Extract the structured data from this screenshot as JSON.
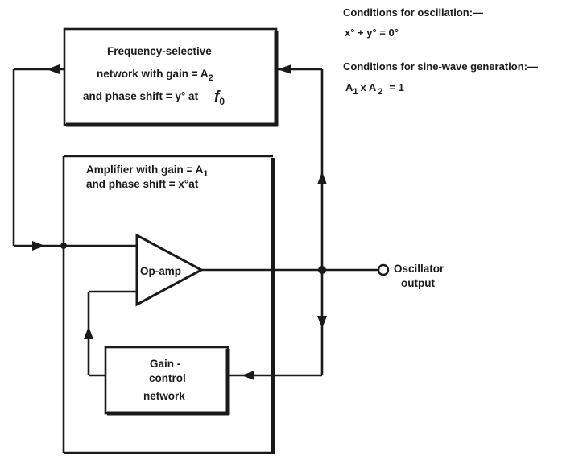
{
  "conditions": {
    "oscillation_title": "Conditions for oscillation:—",
    "oscillation_eq": "x° + y°  = 0°",
    "sine_title": "Conditions for sine-wave generation:—",
    "sine_eq_a1": "A",
    "sine_eq_a1_sub": "1",
    "sine_eq_x": "x A",
    "sine_eq_a2_sub": "2",
    "sine_eq_rhs": "= 1"
  },
  "feedback_network": {
    "line1": "Frequency-selective",
    "line2": "network with gain = A",
    "line2_sub": "2",
    "line3": "and phase shift = y° at",
    "line3_f": "f",
    "line3_f_sub": "0"
  },
  "amplifier": {
    "line1": "Amplifier with gain  = A",
    "line1_sub": "1",
    "line2": "and phase shift = x°at"
  },
  "opamp_label": "Op-amp",
  "gain_control": {
    "line1": "Gain -",
    "line2": "control",
    "line3": "network"
  },
  "output": {
    "line1": "Oscillator",
    "line2": "output"
  }
}
